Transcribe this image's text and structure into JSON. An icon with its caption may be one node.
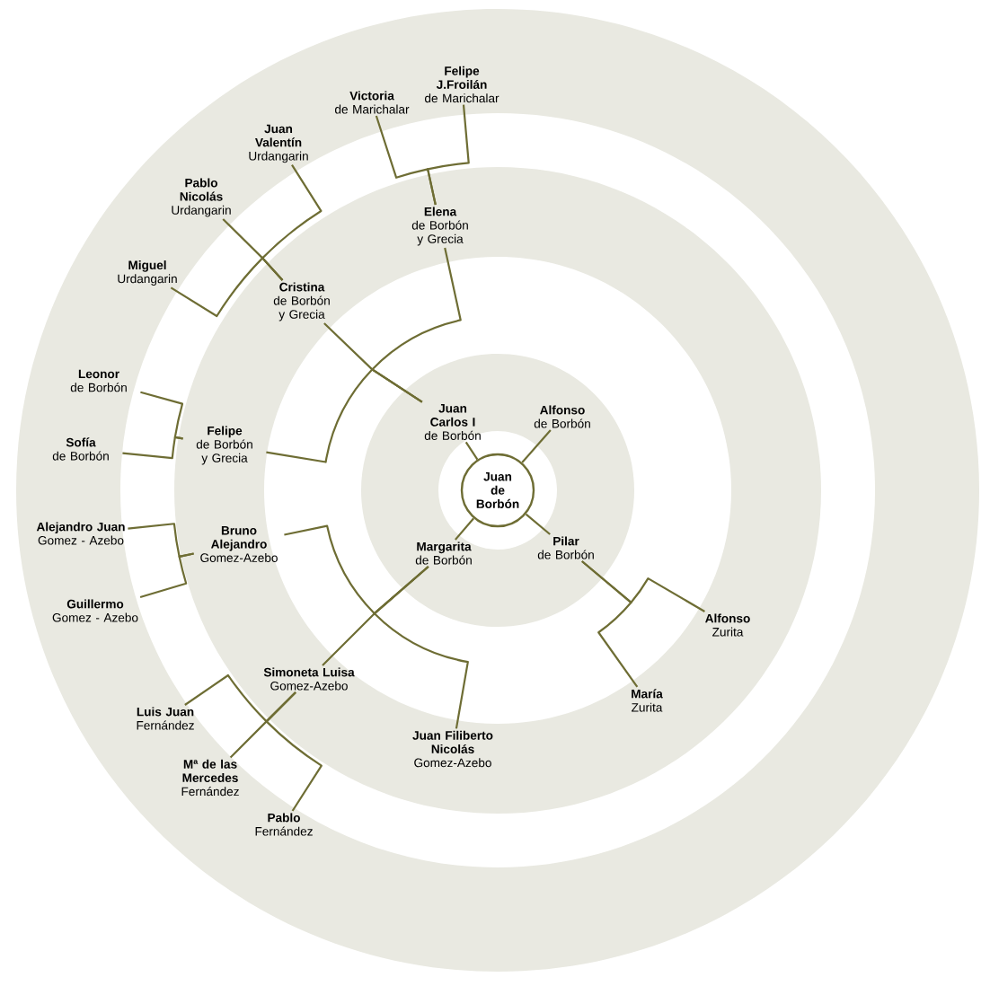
{
  "diagram": {
    "nodes": [
      {
        "text": [
          "Juan de Borbón"
        ]
      },
      {
        "text": [
          "Juan Carlos I",
          "de Borbón"
        ]
      },
      {
        "text": [
          "Alfonso",
          "de Borbón"
        ]
      },
      {
        "text": [
          "Pilar",
          "de Borbón"
        ]
      },
      {
        "text": [
          "Margarita",
          "de Borbón"
        ]
      },
      {
        "text": [
          "Elena",
          "de Borbón y Grecia"
        ]
      },
      {
        "text": [
          "Cristina",
          "de Borbón y Grecia"
        ]
      },
      {
        "text": [
          "Felipe",
          "de Borbón y Grecia"
        ]
      },
      {
        "text": [
          "Bruno Alejandro",
          "Gomez-Azebo"
        ]
      },
      {
        "text": [
          "Simoneta Luisa",
          "Gomez-Azebo"
        ]
      },
      {
        "text": [
          "Juan Filiberto Nicolás",
          "Gomez-Azebo"
        ]
      },
      {
        "text": [
          "Alfonso",
          "Zurita"
        ]
      },
      {
        "text": [
          "María",
          "Zurita"
        ]
      },
      {
        "text": [
          "Victoria",
          "de Marichalar"
        ]
      },
      {
        "text": [
          "Felipe J.Froilán",
          "de Marichalar"
        ]
      },
      {
        "text": [
          "Juan Valentín",
          "Urdangarin"
        ]
      },
      {
        "text": [
          "Pablo Nicolás",
          "Urdangarin"
        ]
      },
      {
        "text": [
          "Miguel",
          "Urdangarin"
        ]
      },
      {
        "text": [
          "Leonor",
          "de Borbón"
        ]
      },
      {
        "text": [
          "Sofía",
          "de Borbón"
        ]
      },
      {
        "text": [
          "Alejandro Juan",
          "Gomez - Azebo"
        ]
      },
      {
        "text": [
          "Guillermo",
          "Gomez - Azebo"
        ]
      },
      {
        "text": [
          "Luis Juan",
          "Fernández"
        ]
      },
      {
        "text": [
          "Mª de las Mercedes",
          "Fernández"
        ]
      },
      {
        "text": [
          "Pablo",
          "Fernández"
        ]
      }
    ],
    "edges": [
      {
        "from": 0,
        "to": 1,
        "arrow": "none"
      },
      {
        "from": 0,
        "to": 2,
        "arrow": "none"
      },
      {
        "from": 0,
        "to": 3,
        "arrow": "none"
      },
      {
        "from": 0,
        "to": 4,
        "arrow": "none"
      },
      {
        "from": 1,
        "to": 5,
        "arrow": "none"
      },
      {
        "from": 1,
        "to": 6,
        "arrow": "none"
      },
      {
        "from": 1,
        "to": 7,
        "arrow": "none"
      },
      {
        "from": 4,
        "to": 8,
        "arrow": "none"
      },
      {
        "from": 4,
        "to": 9,
        "arrow": "none"
      },
      {
        "from": 4,
        "to": 10,
        "arrow": "none"
      },
      {
        "from": 3,
        "to": 11,
        "arrow": "none"
      },
      {
        "from": 3,
        "to": 12,
        "arrow": "none"
      },
      {
        "from": 5,
        "to": 13,
        "arrow": "none"
      },
      {
        "from": 5,
        "to": 14,
        "arrow": "none"
      },
      {
        "from": 6,
        "to": 15,
        "arrow": "none"
      },
      {
        "from": 6,
        "to": 16,
        "arrow": "none"
      },
      {
        "from": 6,
        "to": 17,
        "arrow": "none"
      },
      {
        "from": 7,
        "to": 18,
        "arrow": "none"
      },
      {
        "from": 7,
        "to": 19,
        "arrow": "none"
      },
      {
        "from": 8,
        "to": 20,
        "arrow": "none"
      },
      {
        "from": 8,
        "to": 21,
        "arrow": "none"
      },
      {
        "from": 9,
        "to": 22,
        "arrow": "none"
      },
      {
        "from": 9,
        "to": 23,
        "arrow": "none"
      },
      {
        "from": 9,
        "to": 24,
        "arrow": "none"
      }
    ]
  }
}
